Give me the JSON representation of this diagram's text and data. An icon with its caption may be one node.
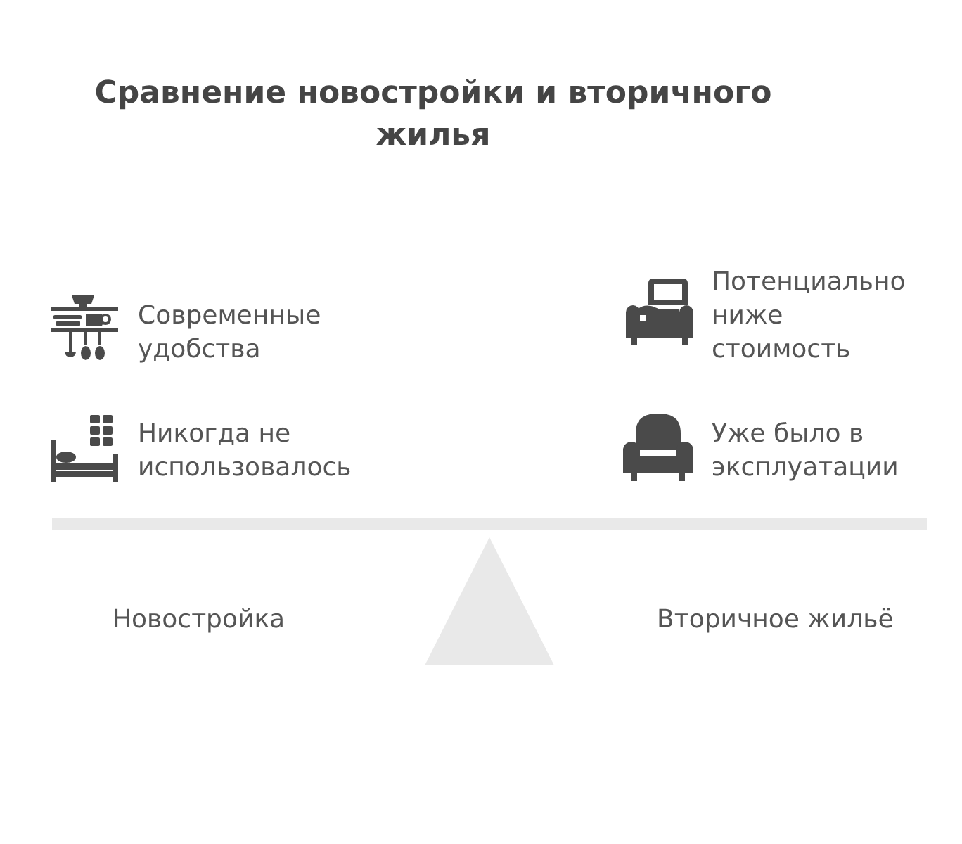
{
  "diagram": {
    "title": "Сравнение новостройки и вторичного жилья",
    "labels": [
      "Современные удобства",
      "Потенциально ниже стоимость",
      "Никогда не использовалось",
      "Уже было в эксплуатации",
      "Новостройка",
      "Вторичное жильё"
    ]
  }
}
